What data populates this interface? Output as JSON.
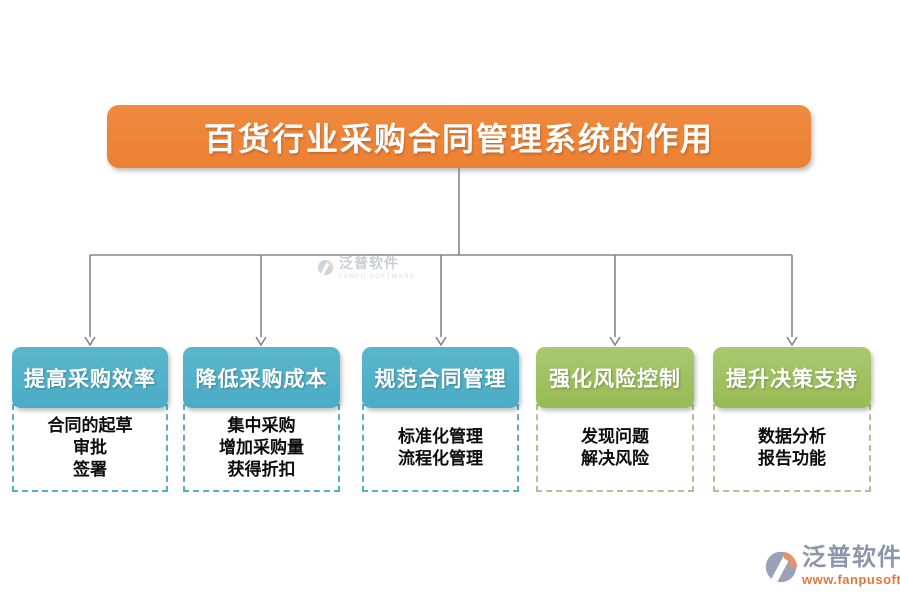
{
  "title": "百货行业采购合同管理系统的作用",
  "columns": [
    {
      "header": "提高采购效率",
      "theme": "teal",
      "lines": [
        "合同的起草",
        "审批",
        "签署"
      ]
    },
    {
      "header": "降低采购成本",
      "theme": "teal",
      "lines": [
        "集中采购",
        "增加采购量",
        "获得折扣"
      ]
    },
    {
      "header": "规范合同管理",
      "theme": "teal",
      "lines": [
        "标准化管理",
        "流程化管理"
      ]
    },
    {
      "header": "强化风险控制",
      "theme": "green",
      "lines": [
        "发现问题",
        "解决风险"
      ]
    },
    {
      "header": "提升决策支持",
      "theme": "green",
      "lines": [
        "数据分析",
        "报告功能"
      ]
    }
  ],
  "watermark": {
    "name": "泛普软件",
    "subtitle": "FANPU SOFTWARE"
  },
  "footer_logo": {
    "name": "泛普软件",
    "url": "www.fanpusoft.com"
  },
  "colors": {
    "title_bg": "#ED8033",
    "teal": "#4BACC6",
    "teal_border": "#55AFC7",
    "green": "#97BB54",
    "green_border": "#BFBB8C",
    "line_gray": "#878787",
    "url_orange": "#E5763B",
    "logo_slate": "#99A2B6",
    "logo_orange": "#E5916D"
  }
}
